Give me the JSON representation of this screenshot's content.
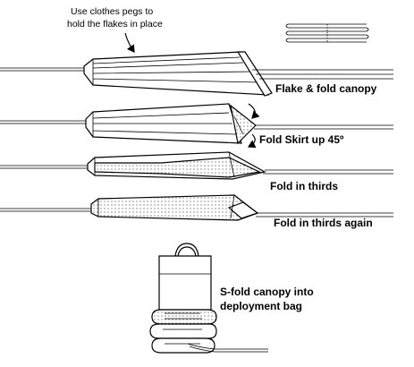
{
  "note": {
    "line1": "Use clothes pegs to",
    "line2": "hold the flakes in place"
  },
  "steps": [
    {
      "label": "Flake & fold canopy"
    },
    {
      "label": "Fold Skirt up 45º"
    },
    {
      "label": "Fold in thirds"
    },
    {
      "label": "Fold in thirds again"
    },
    {
      "label_line1": "S-fold canopy into",
      "label_line2": "deployment bag"
    }
  ]
}
